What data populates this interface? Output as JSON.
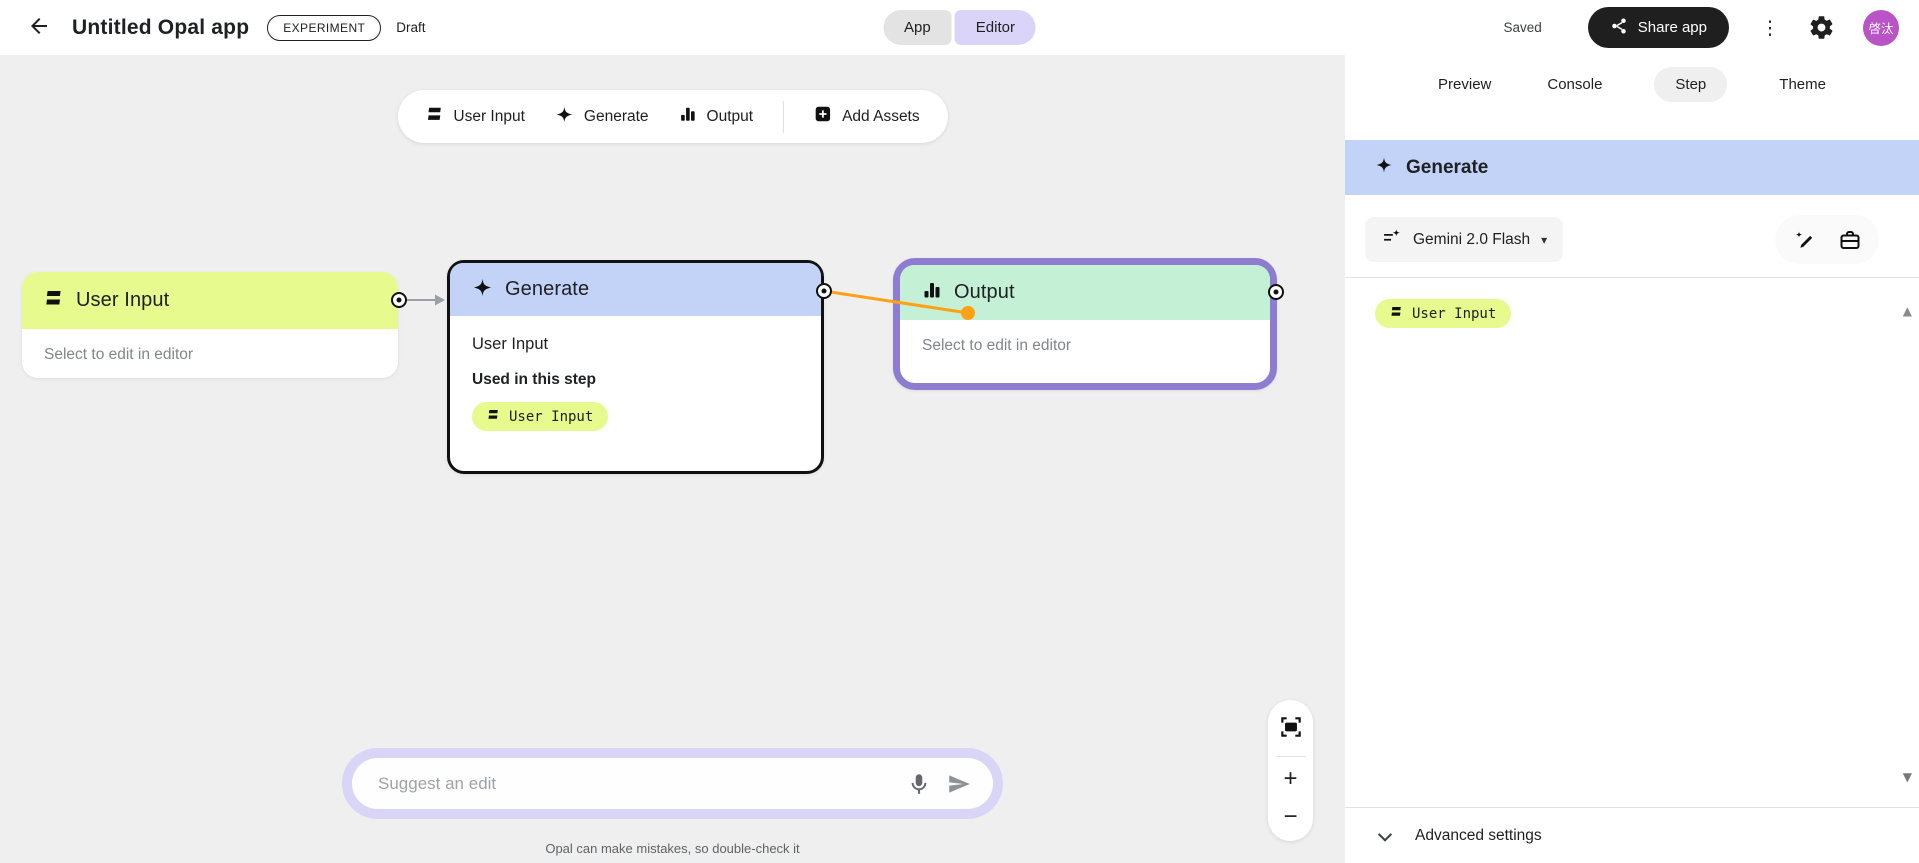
{
  "header": {
    "title": "Untitled Opal app",
    "experiment_badge": "EXPERIMENT",
    "status_label": "Draft",
    "view_toggle": {
      "app_label": "App",
      "editor_label": "Editor",
      "active": "Editor"
    },
    "saved_label": "Saved",
    "share_button_label": "Share app",
    "avatar_text": "啓汰"
  },
  "canvas_toolbar": {
    "items": [
      {
        "label": "User Input"
      },
      {
        "label": "Generate"
      },
      {
        "label": "Output"
      },
      {
        "label": "Add Assets"
      }
    ]
  },
  "nodes": {
    "user_input": {
      "title": "User Input",
      "body_hint": "Select to edit in editor"
    },
    "generate": {
      "title": "Generate",
      "input_ref": "User Input",
      "used_heading": "Used in this step",
      "chip_label": "User Input"
    },
    "output": {
      "title": "Output",
      "body_hint": "Select to edit in editor"
    }
  },
  "edit_bar": {
    "placeholder": "Suggest an edit",
    "disclaimer": "Opal can make mistakes, so double-check it"
  },
  "side_panel": {
    "tabs": [
      {
        "label": "Preview"
      },
      {
        "label": "Console"
      },
      {
        "label": "Step",
        "active": true
      },
      {
        "label": "Theme"
      }
    ],
    "step_header": "Generate",
    "model_selector": {
      "label": "Gemini 2.0 Flash"
    },
    "prompt_chip": "User Input",
    "advanced_settings_label": "Advanced settings"
  },
  "icons": {
    "kebab": "⋮",
    "dropdown_caret": "▾",
    "scroll_up": "▲",
    "scroll_down": "▼",
    "zoom_in": "+",
    "zoom_out": "−"
  },
  "colors": {
    "user_input_yellow": "#e6fa8e",
    "generate_blue": "#c2d3f7",
    "output_green": "#c4f1d6",
    "selection_purple": "#8e7cd1",
    "connector_orange": "#ffa116",
    "editor_toggle_lavender": "#d9d4f8",
    "share_button_black": "#1f1f1f",
    "avatar_purple": "#ba53c5",
    "canvas_background": "#efefef"
  }
}
